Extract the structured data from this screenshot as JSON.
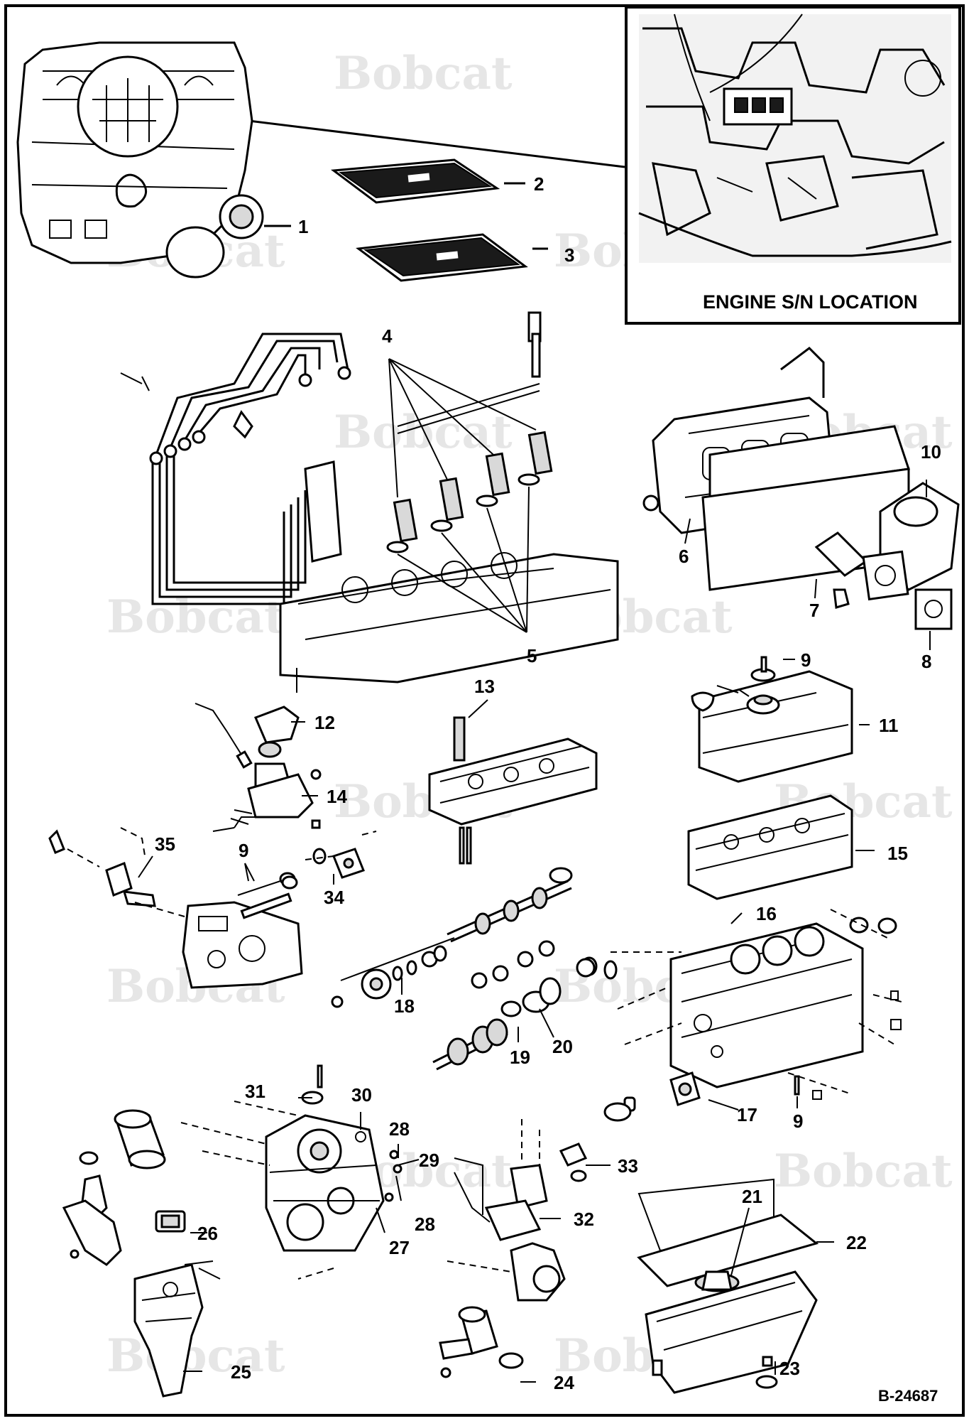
{
  "figure": {
    "inset_caption": "ENGINE S/N LOCATION",
    "figure_number": "B-24687",
    "watermark_text": "Bobcat",
    "colors": {
      "line": "#000000",
      "watermark": "#e6e6e6",
      "background": "#ffffff"
    }
  },
  "callouts": [
    {
      "id": "c1",
      "label": "1"
    },
    {
      "id": "c2",
      "label": "2"
    },
    {
      "id": "c3",
      "label": "3"
    },
    {
      "id": "c4",
      "label": "4"
    },
    {
      "id": "c5",
      "label": "5"
    },
    {
      "id": "c6",
      "label": "6"
    },
    {
      "id": "c7",
      "label": "7"
    },
    {
      "id": "c8",
      "label": "8"
    },
    {
      "id": "c9a",
      "label": "9"
    },
    {
      "id": "c9b",
      "label": "9"
    },
    {
      "id": "c9c",
      "label": "9"
    },
    {
      "id": "c10",
      "label": "10"
    },
    {
      "id": "c11",
      "label": "11"
    },
    {
      "id": "c12",
      "label": "12"
    },
    {
      "id": "c13",
      "label": "13"
    },
    {
      "id": "c14",
      "label": "14"
    },
    {
      "id": "c15",
      "label": "15"
    },
    {
      "id": "c16",
      "label": "16"
    },
    {
      "id": "c17",
      "label": "17"
    },
    {
      "id": "c18",
      "label": "18"
    },
    {
      "id": "c19",
      "label": "19"
    },
    {
      "id": "c20",
      "label": "20"
    },
    {
      "id": "c21",
      "label": "21"
    },
    {
      "id": "c22",
      "label": "22"
    },
    {
      "id": "c23",
      "label": "23"
    },
    {
      "id": "c24",
      "label": "24"
    },
    {
      "id": "c25",
      "label": "25"
    },
    {
      "id": "c26",
      "label": "26"
    },
    {
      "id": "c27",
      "label": "27"
    },
    {
      "id": "c28a",
      "label": "28"
    },
    {
      "id": "c28b",
      "label": "28"
    },
    {
      "id": "c29",
      "label": "29"
    },
    {
      "id": "c30",
      "label": "30"
    },
    {
      "id": "c31",
      "label": "31"
    },
    {
      "id": "c32",
      "label": "32"
    },
    {
      "id": "c33",
      "label": "33"
    },
    {
      "id": "c34",
      "label": "34"
    },
    {
      "id": "c35",
      "label": "35"
    }
  ]
}
